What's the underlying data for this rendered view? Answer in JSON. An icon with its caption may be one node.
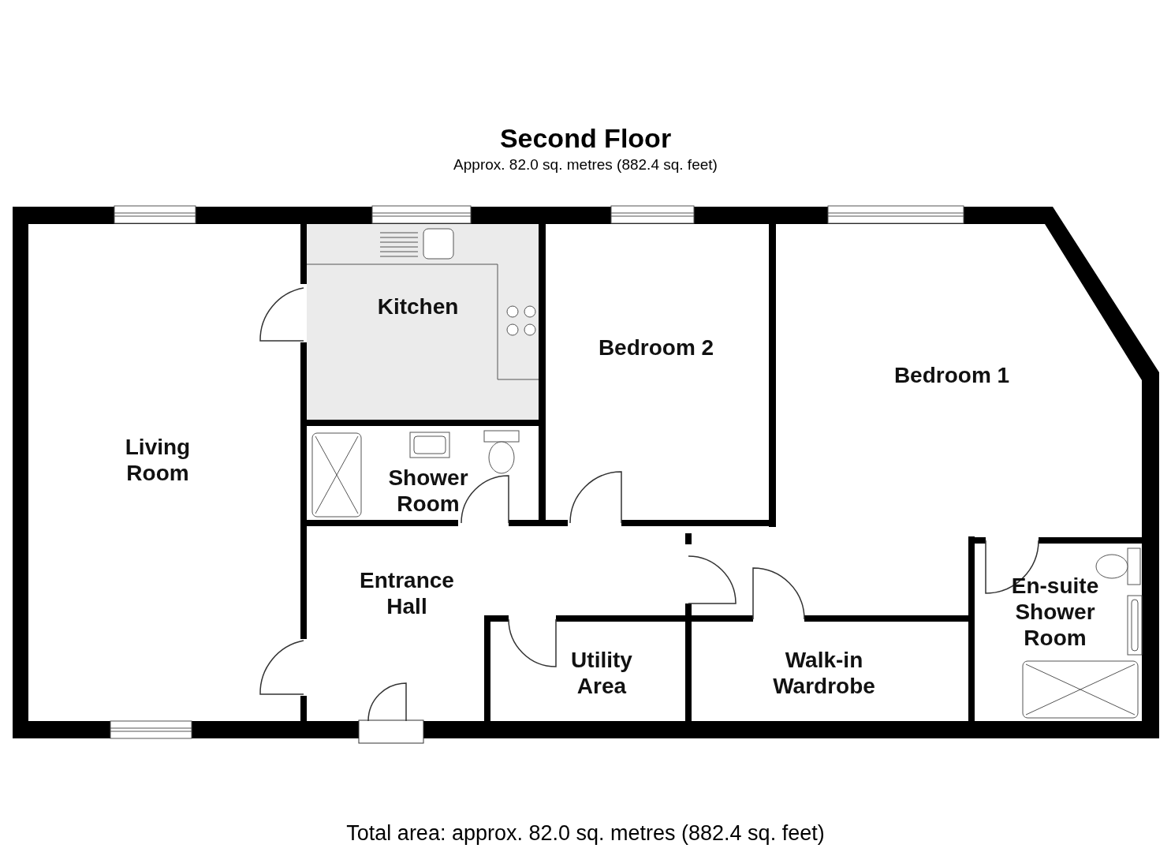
{
  "diagram": {
    "title": "Second Floor",
    "caption": "Total area: approx. 82.0 sq. metres (882.4 sq. feet)",
    "nodes": [
      {
        "text": [
          "Living Room"
        ]
      },
      {
        "text": [
          "Kitchen"
        ]
      },
      {
        "text": [
          "Bedroom 2"
        ]
      },
      {
        "text": [
          "Bedroom 1"
        ]
      },
      {
        "text": [
          "Shower Room"
        ]
      },
      {
        "text": [
          "Entrance Hall"
        ]
      },
      {
        "text": [
          "Utility Area"
        ]
      },
      {
        "text": [
          "Walk-in Wardrobe"
        ]
      },
      {
        "text": [
          "En-suite Shower Room"
        ]
      }
    ],
    "labels": [
      "Approx. 82.0 sq. metres (882.4 sq. feet)"
    ]
  }
}
